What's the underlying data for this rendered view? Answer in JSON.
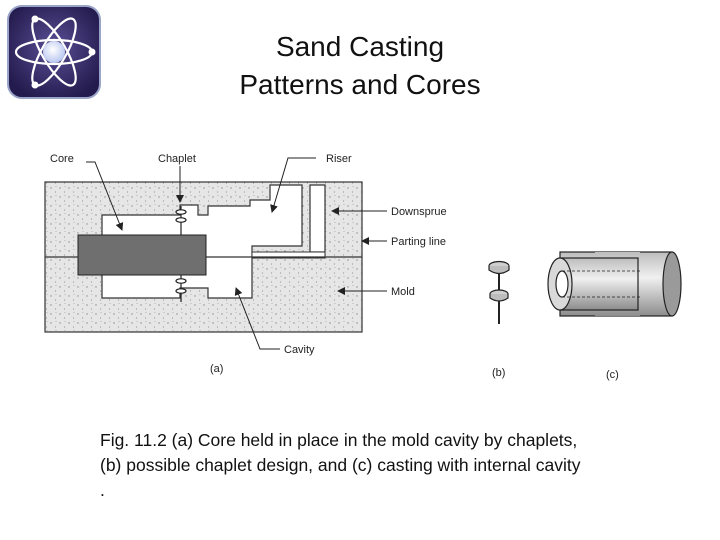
{
  "title": {
    "line1": "Sand Casting",
    "line2": "Patterns and Cores"
  },
  "figure": {
    "labels": {
      "core": "Core",
      "chaplet": "Chaplet",
      "riser": "Riser",
      "downsprue": "Downsprue",
      "parting_line": "Parting line",
      "mold": "Mold",
      "cavity": "Cavity"
    },
    "panels": {
      "a": "(a)",
      "b": "(b)",
      "c": "(c)"
    }
  },
  "caption": {
    "line1": "Fig. 11.2 (a) Core held in place in the mold cavity by chaplets,",
    "line2": "(b) possible chaplet design, and (c) casting with internal cavity",
    "line3": "."
  },
  "colors": {
    "logo_bg": "#3a2f6b",
    "sand": "#e4e4e4",
    "core": "#6e6e6e"
  }
}
